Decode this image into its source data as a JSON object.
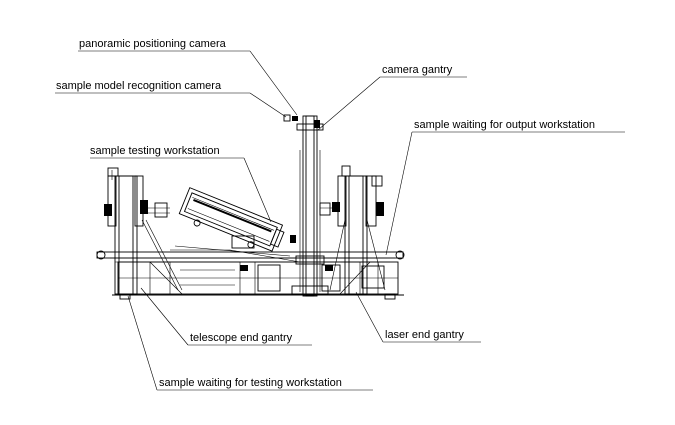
{
  "diagram": {
    "labels": {
      "panoramic_camera": "panoramic positioning camera",
      "recognition_camera": "sample model recognition camera",
      "camera_gantry": "camera gantry",
      "output_workstation": "sample waiting for output workstation",
      "testing_workstation": "sample testing workstation",
      "telescope_gantry": "telescope end gantry",
      "laser_gantry": "laser end gantry",
      "waiting_testing": "sample waiting for testing workstation"
    }
  }
}
